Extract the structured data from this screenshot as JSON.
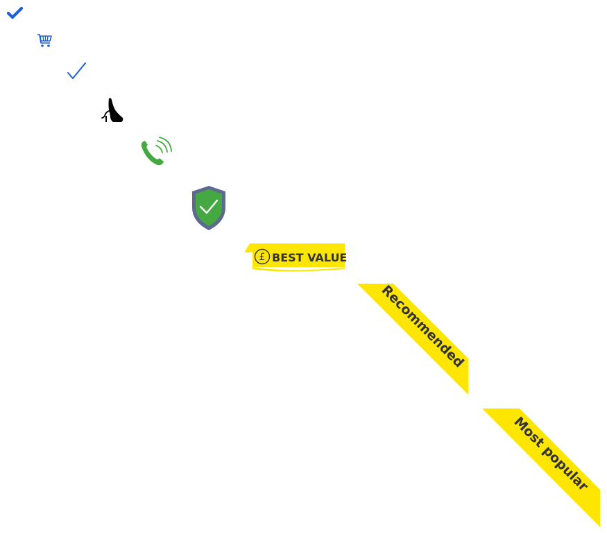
{
  "icons": [
    {
      "name": "check-icon",
      "color": "#1E5FD6"
    },
    {
      "name": "shopping-cart-icon",
      "color": "#1E5FD6"
    },
    {
      "name": "checkmark-thin-icon",
      "color": "#1E5FD6"
    },
    {
      "name": "high-heel-shoe-icon",
      "color": "#000000"
    },
    {
      "name": "phone-call-icon",
      "color": "#46A843"
    },
    {
      "name": "shield-check-icon",
      "color": "#5B6A8E"
    }
  ],
  "badges": {
    "best_value": {
      "label": "BEST VALUE",
      "icon": "pound-coin-icon",
      "color": "#FFE600"
    },
    "recommended": {
      "label": "Recommended",
      "color": "#FFE600"
    },
    "most_popular": {
      "label": "Most popular",
      "color": "#FFE600"
    }
  }
}
